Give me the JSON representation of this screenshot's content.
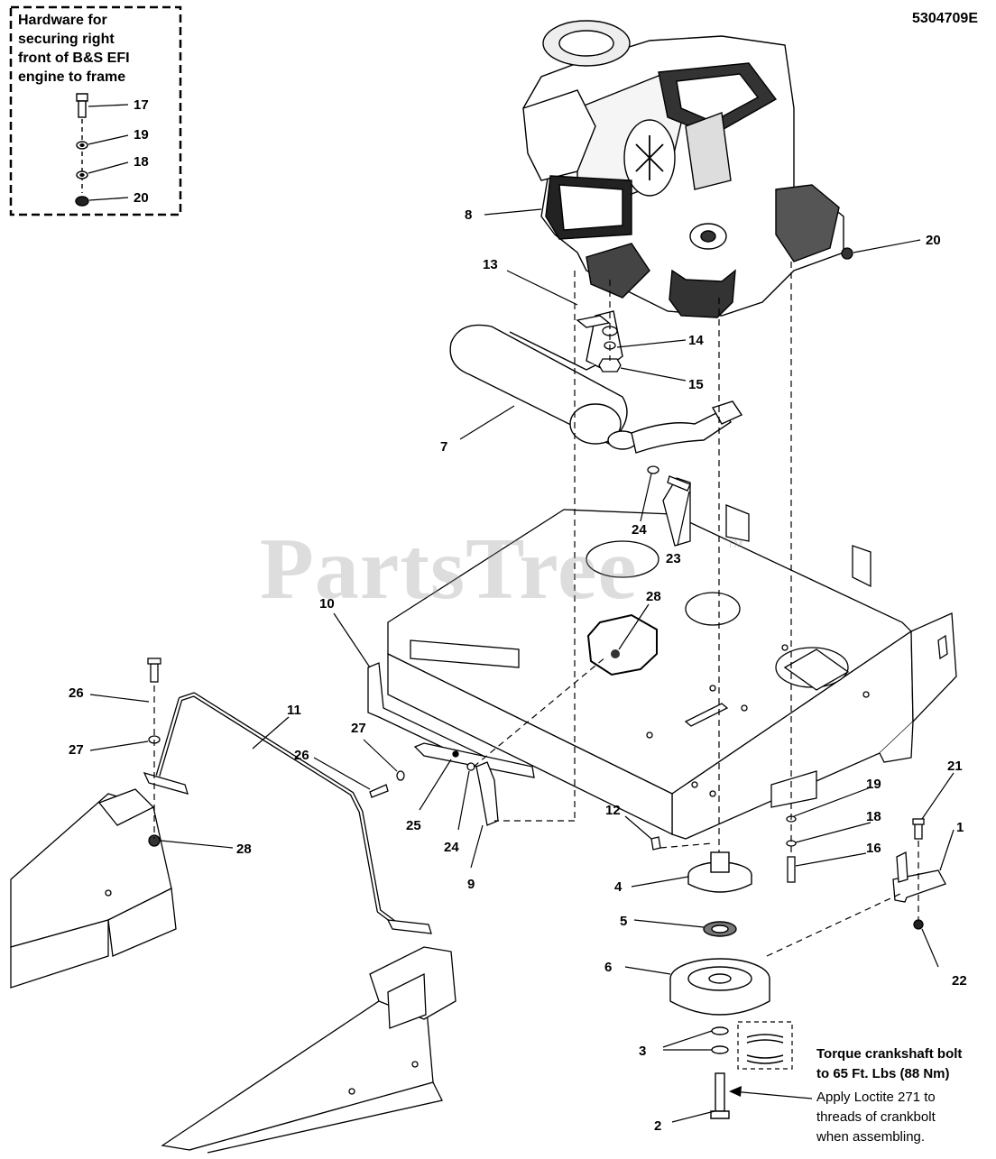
{
  "document_number": "5304709E",
  "inset": {
    "title": "Hardware for\nsecuring right\nfront of B&S EFI\nengine to frame",
    "callouts": [
      "17",
      "19",
      "18",
      "20"
    ]
  },
  "watermark": "PartsTree",
  "watermark_tm": "TM",
  "callouts": [
    "8",
    "20",
    "13",
    "14",
    "15",
    "7",
    "24",
    "23",
    "10",
    "28",
    "11",
    "26",
    "27",
    "26",
    "27",
    "25",
    "24",
    "9",
    "28",
    "12",
    "19",
    "18",
    "21",
    "1",
    "16",
    "4",
    "5",
    "6",
    "22",
    "3",
    "2"
  ],
  "notes": {
    "torque": "Torque crankshaft bolt\nto 65 Ft. Lbs (88 Nm)",
    "loctite": "Apply Loctite 271 to\nthreads of crankbolt\nwhen assembling."
  }
}
